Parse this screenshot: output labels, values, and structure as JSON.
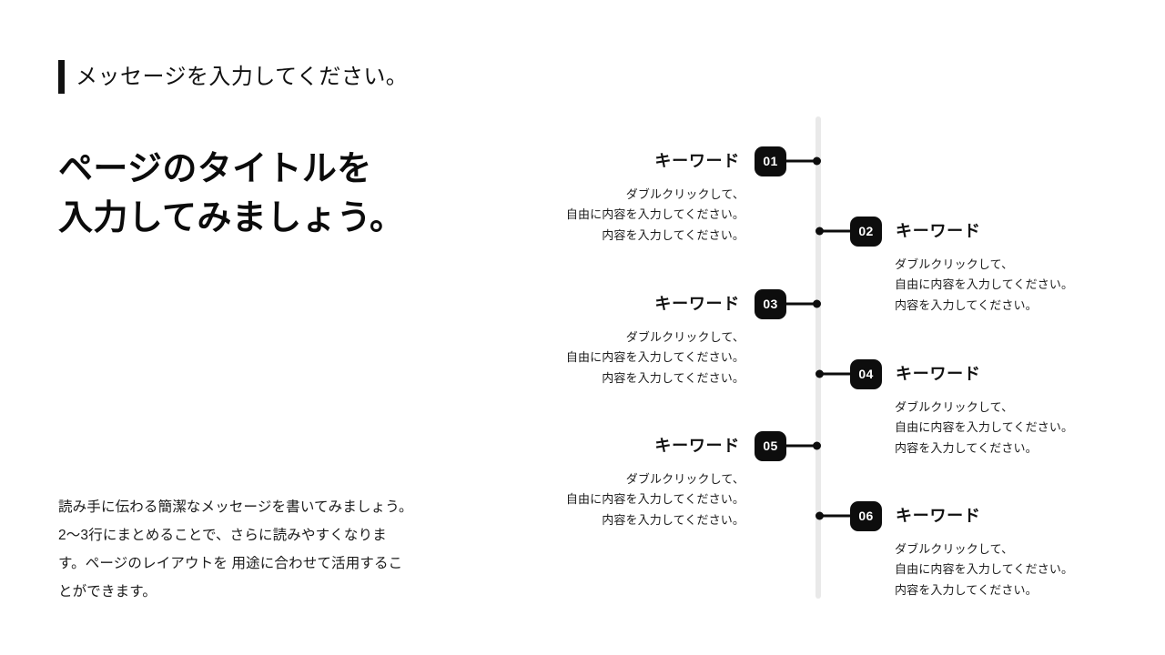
{
  "slide": {
    "background": "#ffffff",
    "accent_color": "#0d0d0d",
    "axis_color": "#e9e9e9"
  },
  "left": {
    "eyebrow": "メッセージを入力してください。",
    "title_lines": [
      "ページのタイトルを",
      "入力してみましょう。"
    ],
    "lede": "読み手に伝わる簡潔なメッセージを書いてみましょう。2〜3行にまとめることで、さらに読みやすくなります。ページのレイアウトを 用途に合わせて活用することができます。"
  },
  "timeline": {
    "items": [
      {
        "number": "01",
        "side": "left",
        "keyword": "キーワード",
        "desc_lines": [
          "ダブルクリックして、",
          "自由に内容を入力してください。",
          "内容を入力してください。"
        ]
      },
      {
        "number": "02",
        "side": "right",
        "keyword": "キーワード",
        "desc_lines": [
          "ダブルクリックして、",
          "自由に内容を入力してください。",
          "内容を入力してください。"
        ]
      },
      {
        "number": "03",
        "side": "left",
        "keyword": "キーワード",
        "desc_lines": [
          "ダブルクリックして、",
          "自由に内容を入力してください。",
          "内容を入力してください。"
        ]
      },
      {
        "number": "04",
        "side": "right",
        "keyword": "キーワード",
        "desc_lines": [
          "ダブルクリックして、",
          "自由に内容を入力してください。",
          "内容を入力してください。"
        ]
      },
      {
        "number": "05",
        "side": "left",
        "keyword": "キーワード",
        "desc_lines": [
          "ダブルクリックして、",
          "自由に内容を入力してください。",
          "内容を入力してください。"
        ]
      },
      {
        "number": "06",
        "side": "right",
        "keyword": "キーワード",
        "desc_lines": [
          "ダブルクリックして、",
          "自由に内容を入力してください。",
          "内容を入力してください。"
        ]
      }
    ]
  }
}
